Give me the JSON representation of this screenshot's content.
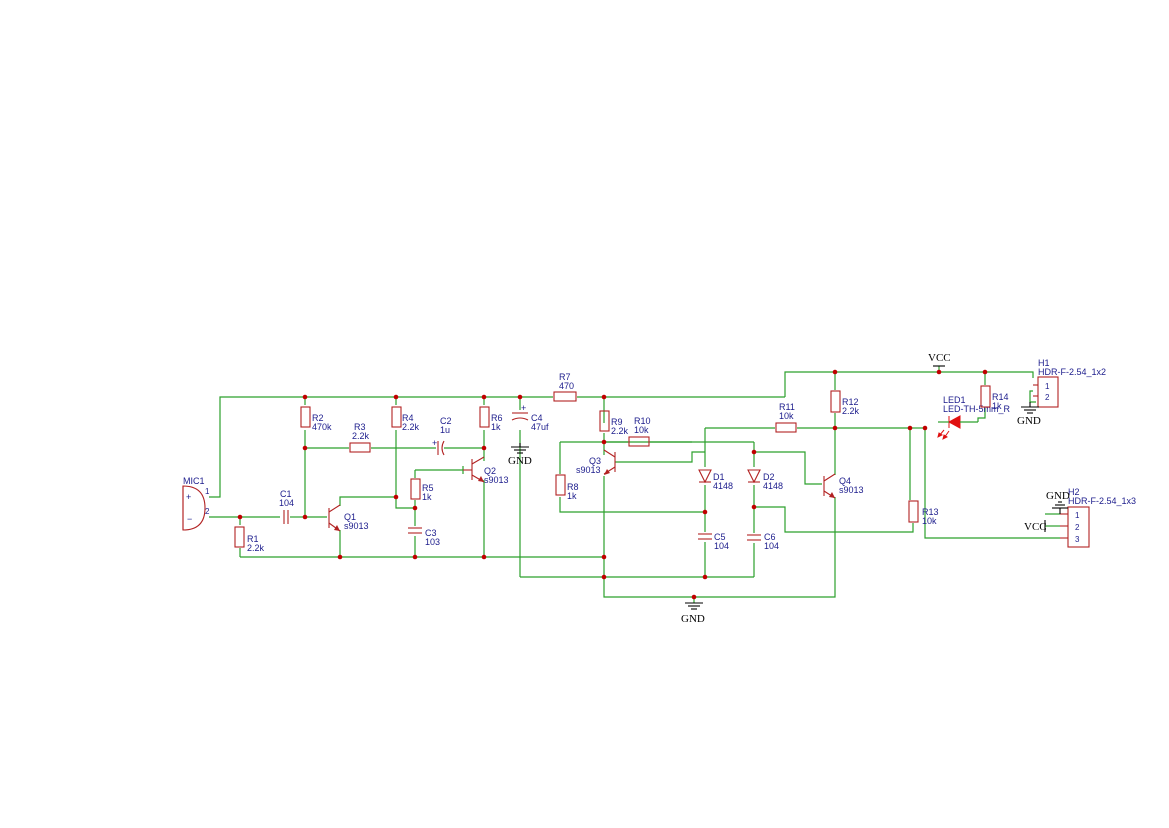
{
  "components": {
    "mic1": {
      "ref": "MIC1",
      "pin1": "1",
      "pin2": "2",
      "plus": "+",
      "minus": "−"
    },
    "r1": {
      "ref": "R1",
      "value": "2.2k"
    },
    "c1": {
      "ref": "C1",
      "value": "104"
    },
    "r2": {
      "ref": "R2",
      "value": "470k"
    },
    "q1": {
      "ref": "Q1",
      "value": "s9013"
    },
    "r3": {
      "ref": "R3",
      "value": "2.2k"
    },
    "r4": {
      "ref": "R4",
      "value": "2.2k"
    },
    "r5": {
      "ref": "R5",
      "value": "1k"
    },
    "c3": {
      "ref": "C3",
      "value": "103"
    },
    "c2": {
      "ref": "C2",
      "value": "1u",
      "plus": "+"
    },
    "q2": {
      "ref": "Q2",
      "value": "s9013"
    },
    "r6": {
      "ref": "R6",
      "value": "1k"
    },
    "c4": {
      "ref": "C4",
      "value": "47uf",
      "plus": "+"
    },
    "r7": {
      "ref": "R7",
      "value": "470"
    },
    "r8": {
      "ref": "R8",
      "value": "1k"
    },
    "r9": {
      "ref": "R9",
      "value": "2.2k"
    },
    "q3": {
      "ref": "Q3",
      "value": "s9013"
    },
    "r10": {
      "ref": "R10",
      "value": "10k"
    },
    "d1": {
      "ref": "D1",
      "value": "4148"
    },
    "c5": {
      "ref": "C5",
      "value": "104"
    },
    "d2": {
      "ref": "D2",
      "value": "4148"
    },
    "c6": {
      "ref": "C6",
      "value": "104"
    },
    "r11": {
      "ref": "R11",
      "value": "10k"
    },
    "q4": {
      "ref": "Q4",
      "value": "s9013"
    },
    "r12": {
      "ref": "R12",
      "value": "2.2k"
    },
    "r13": {
      "ref": "R13",
      "value": "10k"
    },
    "led1": {
      "ref": "LED1",
      "value": "LED-TH-5mm_R"
    },
    "r14": {
      "ref": "R14",
      "value": "1k"
    },
    "h1": {
      "ref": "H1",
      "value": "HDR-F-2.54_1x2",
      "pin1": "1",
      "pin2": "2"
    },
    "h2": {
      "ref": "H2",
      "value": "HDR-F-2.54_1x3",
      "pin1": "1",
      "pin2": "2",
      "pin3": "3"
    }
  },
  "power": {
    "vcc": "VCC",
    "gnd": "GND"
  },
  "colors": {
    "wire": "#2ca02c",
    "part": "#b22222",
    "junction": "#c00000",
    "label": "#1c1c8c",
    "led": "#e01010"
  }
}
